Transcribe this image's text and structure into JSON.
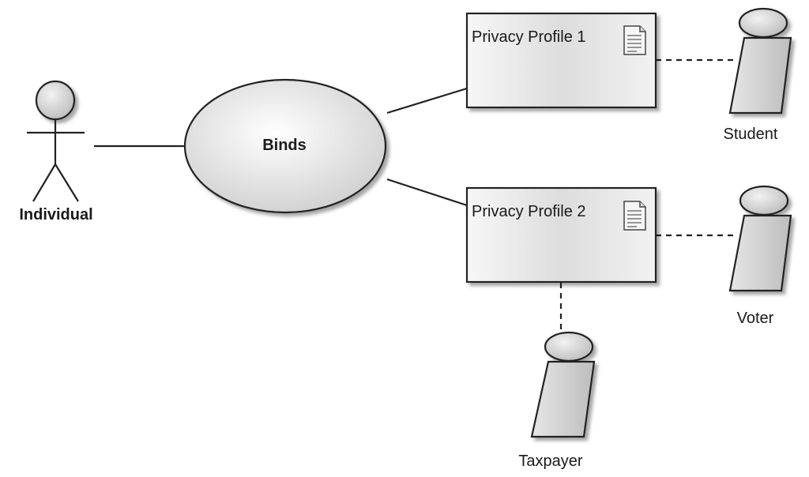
{
  "actor": {
    "label": "Individual"
  },
  "usecase": {
    "label": "Binds"
  },
  "profiles": [
    {
      "label": "Privacy Profile 1",
      "doc_icon": "document-icon"
    },
    {
      "label": "Privacy Profile 2",
      "doc_icon": "document-icon"
    }
  ],
  "roles": [
    {
      "label": "Student"
    },
    {
      "label": "Voter"
    },
    {
      "label": "Taxpayer"
    }
  ],
  "colors": {
    "stroke": "#222222",
    "shape_light": "#f4f4f4",
    "shape_dark": "#c8c8c8"
  }
}
